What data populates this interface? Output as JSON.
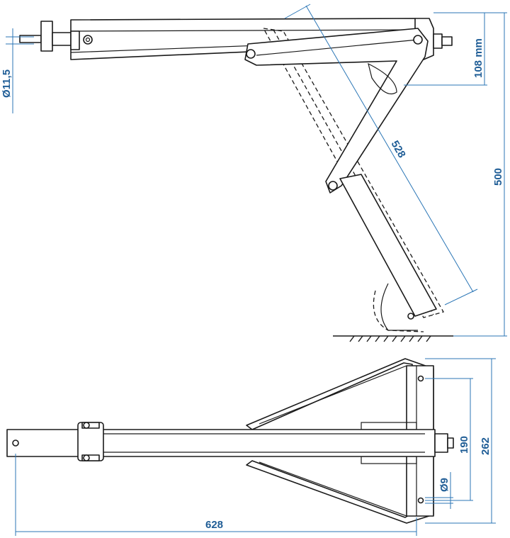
{
  "colors": {
    "dimension_line": "#2b76b6",
    "dimension_text": "#1f5d96",
    "outline": "#1a1a1a",
    "background": "#ffffff"
  },
  "side_view": {
    "dim_pin_diameter": "Ø11,5",
    "dim_bracket_height": "108 mm",
    "dim_leg_length": "528",
    "dim_total_height": "500"
  },
  "top_view": {
    "dim_hole_spacing": "190",
    "dim_total_width": "262",
    "dim_hole_diameter": "Ø9",
    "dim_total_length": "628"
  }
}
